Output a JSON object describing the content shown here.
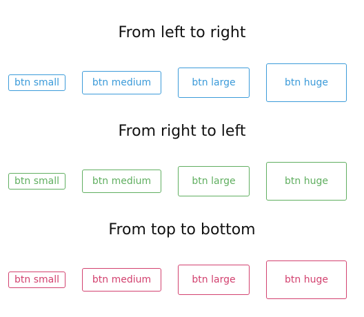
{
  "sections": [
    {
      "title": "From left to right",
      "color": "#3a9ad9",
      "buttons": [
        "btn small",
        "btn medium",
        "btn large",
        "btn huge"
      ]
    },
    {
      "title": "From right to left",
      "color": "#5fae5f",
      "buttons": [
        "btn small",
        "btn medium",
        "btn large",
        "btn huge"
      ]
    },
    {
      "title": "From top to bottom",
      "color": "#d2406e",
      "buttons": [
        "btn small",
        "btn medium",
        "btn large",
        "btn huge"
      ]
    }
  ]
}
